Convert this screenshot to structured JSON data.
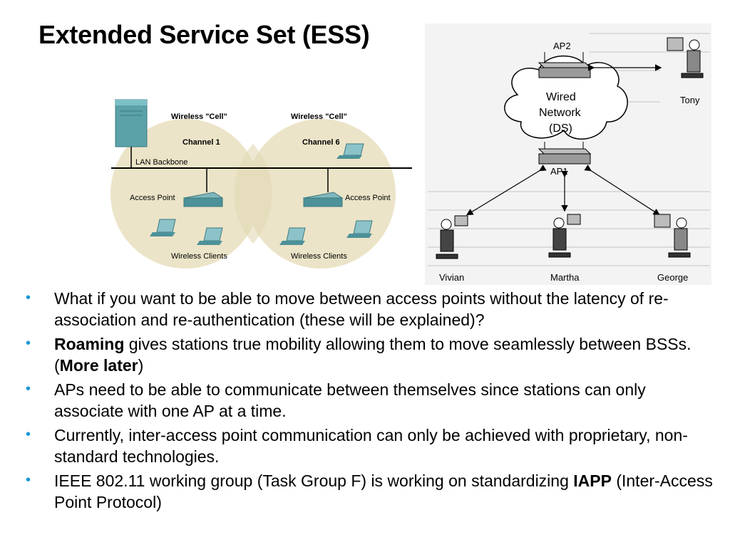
{
  "slide": {
    "title": "Extended Service Set (ESS)"
  },
  "left_diagram": {
    "cell1_title": "Wireless \"Cell\"",
    "cell2_title": "Wireless \"Cell\"",
    "channel1": "Channel 1",
    "channel6": "Channel 6",
    "lan_backbone": "LAN Backbone",
    "ap_left": "Access Point",
    "ap_right": "Access Point",
    "clients_left": "Wireless Clients",
    "clients_right": "Wireless Clients",
    "cell_color": "#ece4c8"
  },
  "right_diagram": {
    "ap2": "AP2",
    "ap1": "AP1",
    "wired1": "Wired",
    "wired2": "Network",
    "wired3": "(DS)",
    "tony": "Tony",
    "vivian": "Vivian",
    "martha": "Martha",
    "george": "George"
  },
  "bullets": [
    {
      "parts": [
        "What if you want to be able to move between access points without the latency of re-association and re-authentication (these will be explained)?"
      ]
    },
    {
      "bold1": "Roaming",
      "text1": " gives stations true mobility allowing them to move seamlessly between BSSs.  (",
      "bold2": "More later",
      "text2": ")"
    },
    {
      "parts": [
        "APs need to be able to communicate between themselves since stations can only associate with one AP at a time."
      ]
    },
    {
      "parts": [
        "Currently, inter-access point communication can only be achieved with proprietary, non-standard technologies."
      ]
    },
    {
      "text1": "IEEE 802.11 working group (Task Group F) is working on standardizing ",
      "bold1": "IAPP",
      "text2": " (Inter-Access Point Protocol)"
    }
  ],
  "bullet_glyph": "•",
  "colors": {
    "bullet": "#1a98d5"
  }
}
